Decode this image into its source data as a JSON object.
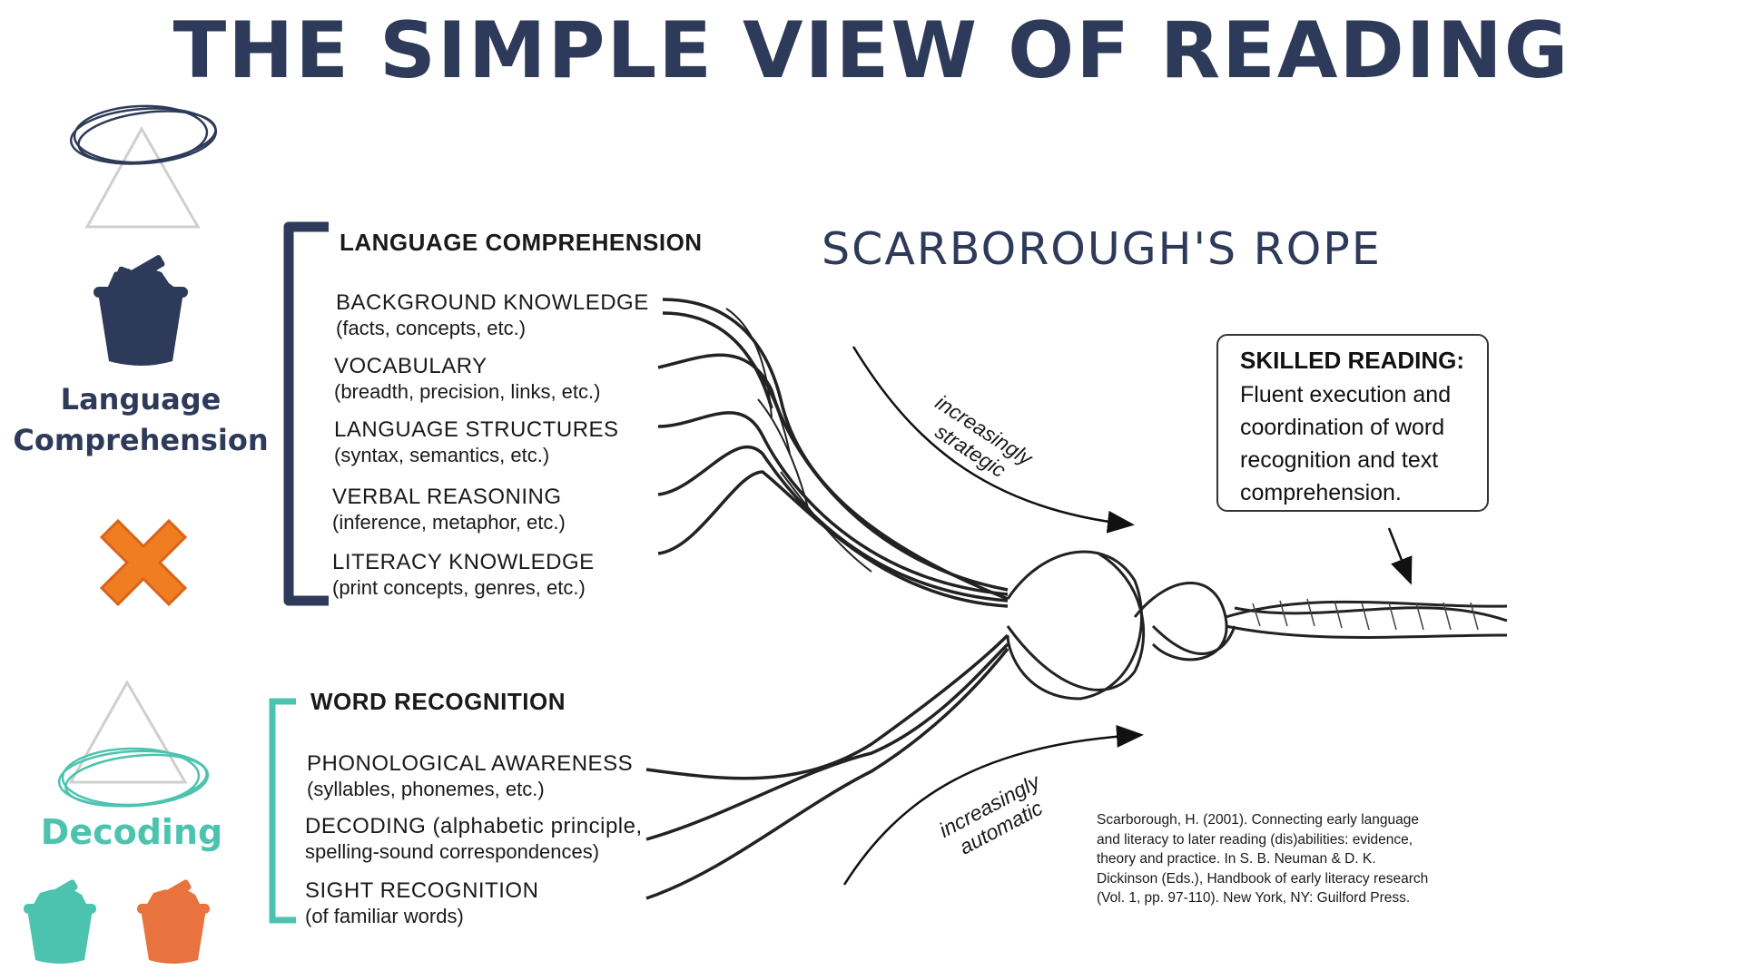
{
  "title": "THE SIMPLE VIEW OF READING",
  "rope_title": "SCARBOROUGH'S ROPE",
  "sidebar": {
    "language_label_line1": "Language",
    "language_label_line2": "Comprehension",
    "decoding_label": "Decoding",
    "icons": [
      "triangle-icon",
      "bucket-icon",
      "multiply-icon",
      "triangle-icon",
      "bucket-icon",
      "bucket-icon"
    ]
  },
  "language_comprehension": {
    "heading": "LANGUAGE COMPREHENSION",
    "items": [
      {
        "label": "BACKGROUND KNOWLEDGE",
        "sub": "(facts, concepts, etc.)"
      },
      {
        "label": "VOCABULARY",
        "sub": "(breadth, precision, links, etc.)"
      },
      {
        "label": "LANGUAGE STRUCTURES",
        "sub": "(syntax, semantics, etc.)"
      },
      {
        "label": "VERBAL REASONING",
        "sub": "(inference, metaphor, etc.)"
      },
      {
        "label": "LITERACY KNOWLEDGE",
        "sub": "(print concepts, genres, etc.)"
      }
    ]
  },
  "word_recognition": {
    "heading": "WORD RECOGNITION",
    "items": [
      {
        "label": "PHONOLOGICAL AWARENESS",
        "sub": "(syllables, phonemes, etc.)"
      },
      {
        "label": "DECODING (alphabetic principle,",
        "sub": "spelling-sound correspondences)"
      },
      {
        "label": "SIGHT RECOGNITION",
        "sub": "(of familiar words)"
      }
    ]
  },
  "arrows": {
    "strategic_line1": "increasingly",
    "strategic_line2": "strategic",
    "automatic_line1": "increasingly",
    "automatic_line2": "automatic"
  },
  "skilled_reading": {
    "heading": "SKILLED READING:",
    "lines": [
      "Fluent execution and",
      "coordination of word",
      "recognition and text",
      "comprehension."
    ]
  },
  "citation": {
    "lines": [
      "Scarborough, H. (2001). Connecting early language",
      "and literacy to later reading (dis)abilities: evidence,",
      "theory and practice. In S. B. Neuman & D. K.",
      "Dickinson (Eds.), Handbook of early literacy research",
      "(Vol. 1, pp. 97-110). New York, NY: Guilford Press."
    ]
  },
  "colors": {
    "navy": "#2e3a59",
    "teal": "#4cc3ae",
    "orange": "#f07d21",
    "coral": "#e8733f"
  }
}
